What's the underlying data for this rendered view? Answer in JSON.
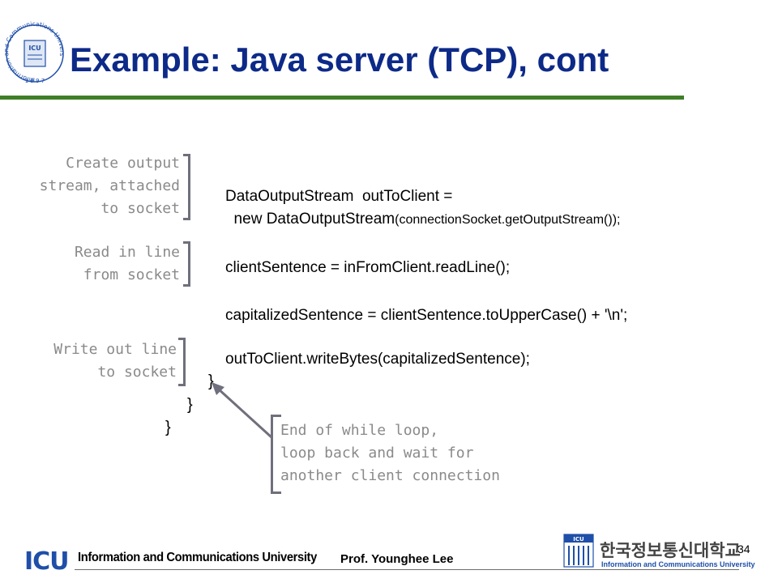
{
  "header": {
    "title": "Example: Java server (TCP), cont",
    "seal_text": "Information and Communications University",
    "seal_year": "1 9 9 7",
    "seal_center": "ICU"
  },
  "code": {
    "line1": "DataOutputStream  outToClient =",
    "line2_main": "  new DataOutputStream",
    "line2_args": "(connectionSocket.getOutputStream());",
    "line3": "clientSentence = inFromClient.readLine();",
    "line4": "capitalizedSentence = clientSentence.toUpperCase() + '\\n';",
    "line5": "outToClient.writeBytes(capitalizedSentence);",
    "brace1": "}",
    "brace2": "}",
    "brace3": "}"
  },
  "annotations": {
    "output_stream": [
      "Create output",
      "stream, attached",
      "to socket"
    ],
    "read_line": [
      "Read in line",
      "from socket"
    ],
    "write_line": [
      "Write out line",
      "to socket"
    ],
    "end_loop": [
      "End of while loop,",
      "loop back and wait for",
      "another client connection"
    ]
  },
  "footer": {
    "logo": "ICU",
    "university": "Information and Communications University",
    "author": "Prof. Younghee Lee",
    "page_number": "34",
    "kr_name": "한국정보통신대학교",
    "kr_sub": "Information and Communications University",
    "kr_logo": "ICU"
  },
  "colors": {
    "title": "#0d2a88",
    "rule": "#3f7f27",
    "annotation": "#8a8a8a",
    "bracket": "#6f6f7d"
  }
}
